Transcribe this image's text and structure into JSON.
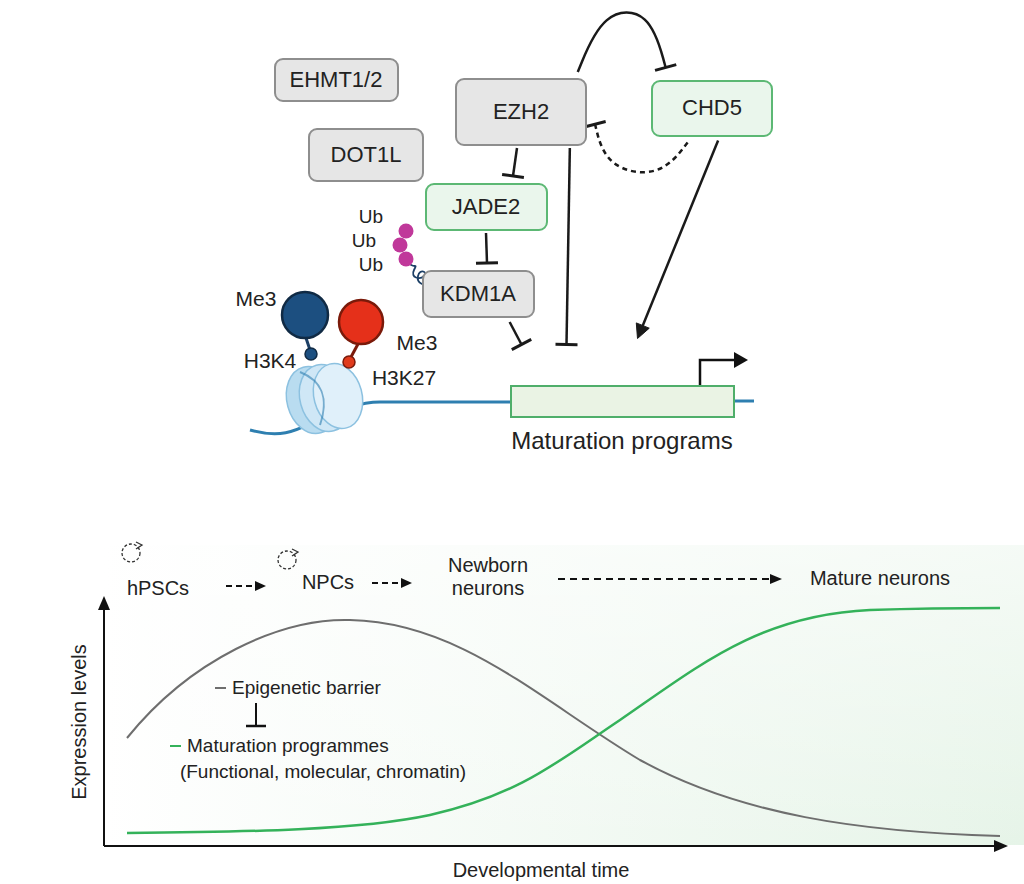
{
  "diagram": {
    "nodes": [
      {
        "text": [
          "EHMT1/2"
        ]
      },
      {
        "text": [
          "EZH2"
        ]
      },
      {
        "text": [
          "CHD5"
        ]
      },
      {
        "text": [
          "DOT1L"
        ]
      },
      {
        "text": [
          "JADE2"
        ]
      },
      {
        "text": [
          "KDM1A"
        ]
      },
      {
        "text": [
          "Maturation programs"
        ]
      }
    ],
    "edges": [
      {
        "from": 1,
        "to": 2,
        "arrow": "to"
      },
      {
        "from": 2,
        "to": 1,
        "arrow": "to"
      },
      {
        "from": 1,
        "to": 4,
        "arrow": "to"
      },
      {
        "from": 4,
        "to": 5,
        "arrow": "to"
      },
      {
        "from": 5,
        "to": 6,
        "arrow": "to"
      },
      {
        "from": 1,
        "to": 6,
        "arrow": "to"
      },
      {
        "from": 2,
        "to": 6,
        "arrow": "to"
      }
    ],
    "labels": [
      "Ub",
      "Ub",
      "Ub",
      "Me3",
      "Me3",
      "H3K4",
      "H3K27",
      "hPSCs",
      "NPCs",
      "Newborn neurons",
      "Mature neurons",
      "(Functional, molecular, chromatin)",
      "Expression levels",
      "Developmental time"
    ],
    "legend": [
      {
        "text": "Epigenetic barrier"
      },
      {
        "text": "Maturation programmes"
      }
    ]
  }
}
